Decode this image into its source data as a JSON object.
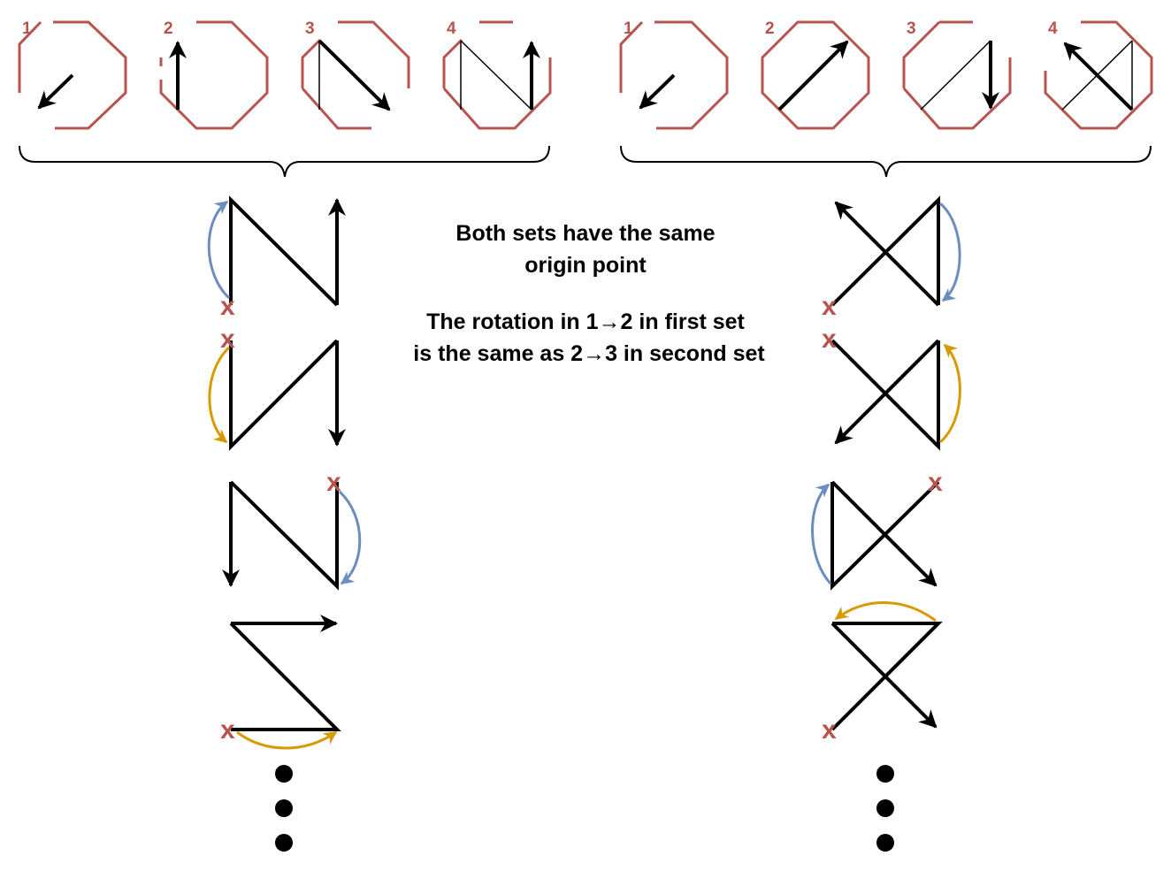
{
  "colors": {
    "octagon": "#b85450",
    "origin_mark": "#b85450",
    "arc_blue": "#6c8ebf",
    "arc_gold": "#d79b00",
    "stroke": "#000000"
  },
  "left_set": {
    "labels": [
      "1",
      "2",
      "3",
      "4"
    ]
  },
  "right_set": {
    "labels": [
      "1",
      "2",
      "3",
      "4"
    ]
  },
  "origin_marker_text": "x",
  "caption": {
    "line1": "Both sets have the same",
    "line2": "origin point",
    "line3": "The rotation in 1→2 in first set",
    "line4": "is the same as 2→3 in second set"
  }
}
